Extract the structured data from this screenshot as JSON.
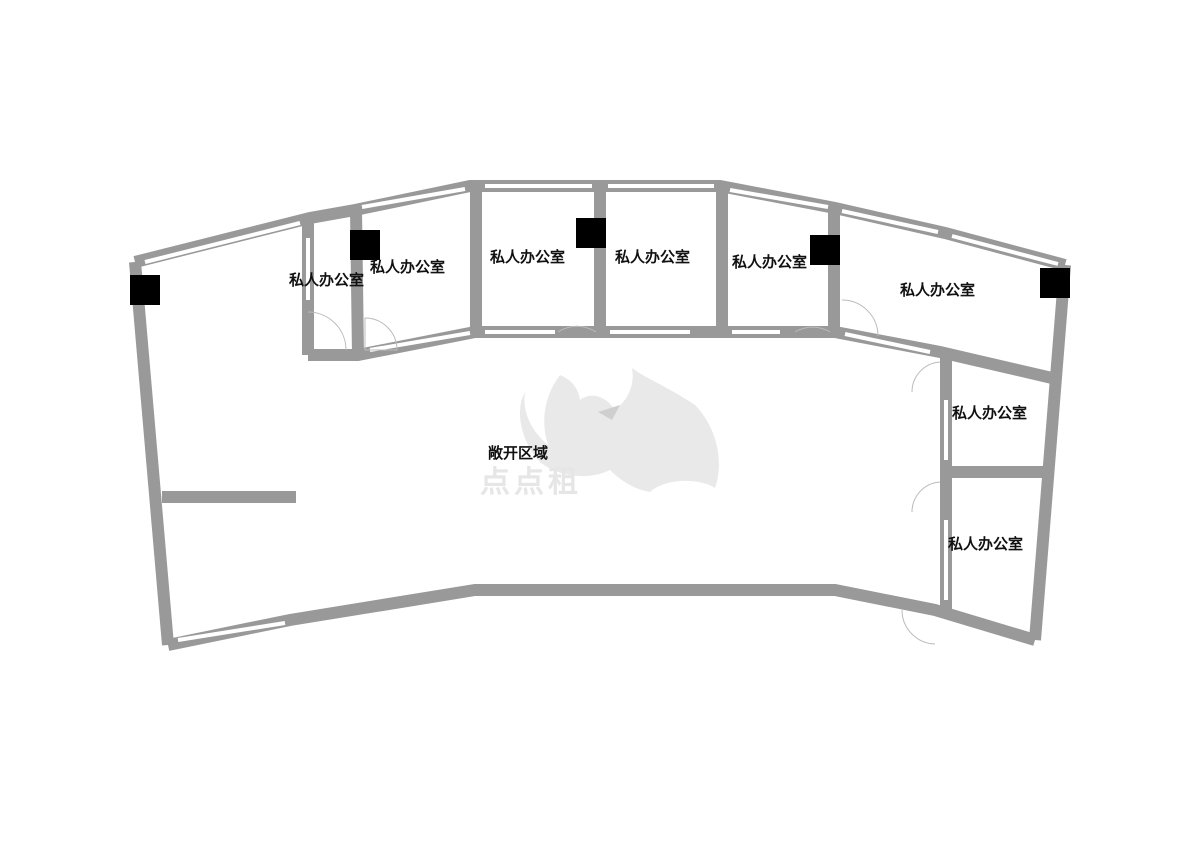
{
  "rooms": {
    "office_1": "私人办公室",
    "office_2": "私人办公室",
    "office_3": "私人办公室",
    "office_4": "私人办公室",
    "office_5": "私人办公室",
    "office_6": "私人办公室",
    "office_7": "私人办公室",
    "office_8": "私人办公室",
    "open_area": "敞开区域"
  },
  "watermark": {
    "text": "点点租"
  },
  "colors": {
    "wall": "#999999",
    "column": "#000000",
    "window": "#ffffff",
    "watermark": "#e6e6e6"
  }
}
